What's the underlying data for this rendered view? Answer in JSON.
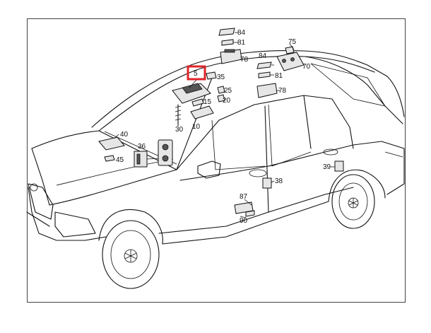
{
  "diagram": {
    "labels": {
      "l84a": "84",
      "l81a": "81",
      "l78a": "78",
      "l75": "75",
      "l84b": "84",
      "l70": "70",
      "l5": "5",
      "l35": "35",
      "l81b": "81",
      "l25": "25",
      "l20": "20",
      "l78b": "78",
      "l15": "15",
      "l30": "30",
      "l10": "10",
      "l40": "40",
      "l36": "36",
      "l45": "45",
      "l38": "38",
      "l39": "39",
      "l87": "87",
      "l90": "90"
    },
    "highlight_color": "#e0242a"
  }
}
